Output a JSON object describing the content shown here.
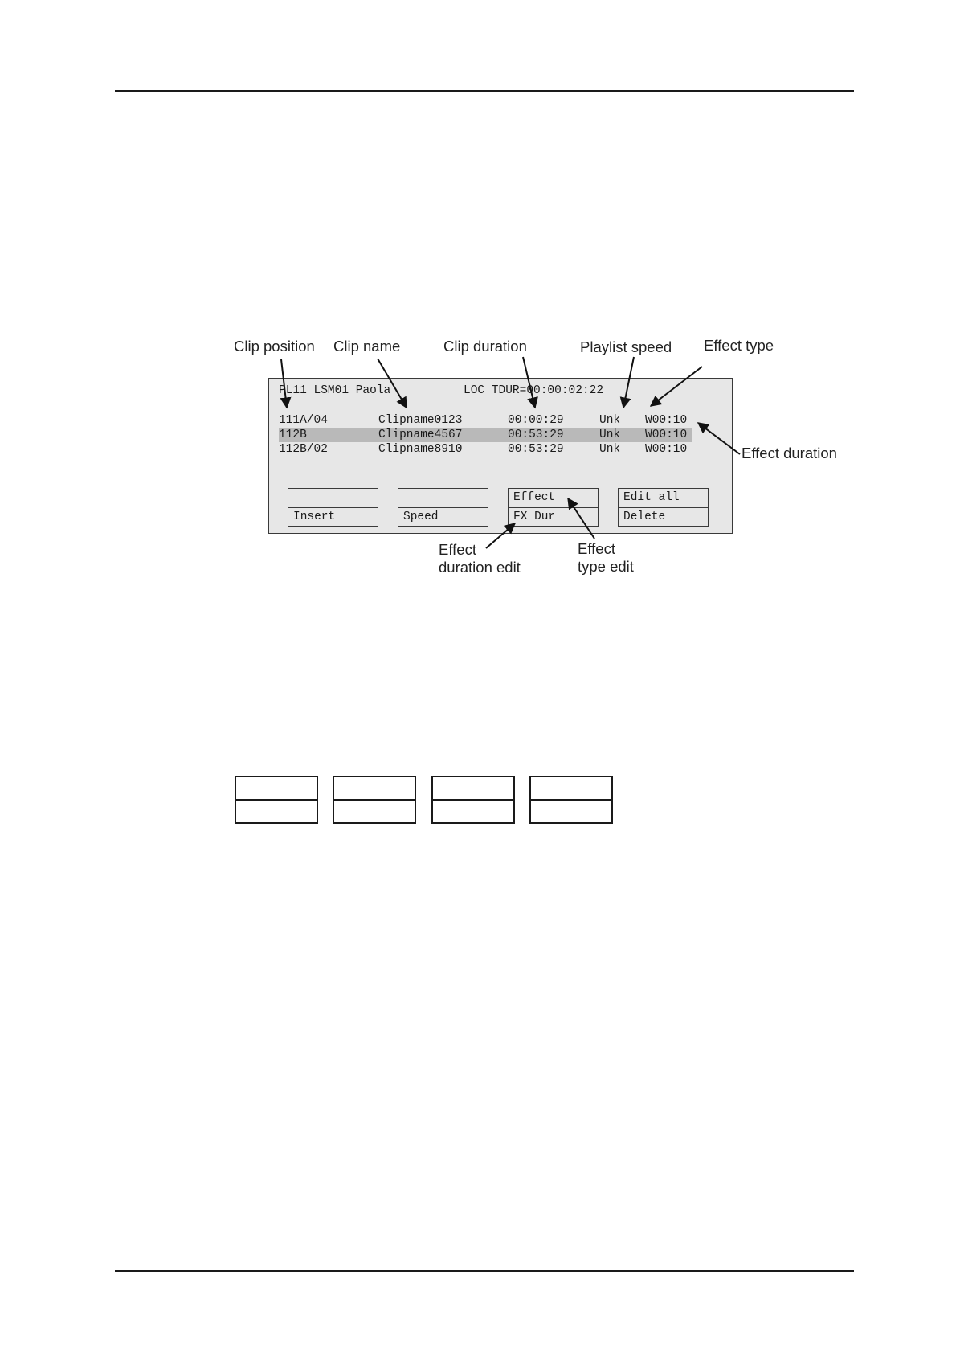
{
  "screen": {
    "header_left": "PL11 LSM01 Paola",
    "header_right": "LOC TDUR=00:00:02:22",
    "rows": [
      {
        "position": "111A/04",
        "name": "Clipname0123",
        "duration": "00:00:29",
        "speed": "Unk",
        "effect": "W00:10",
        "highlighted": false
      },
      {
        "position": "112B",
        "name": "Clipname4567",
        "duration": "00:53:29",
        "speed": "Unk",
        "effect": "W00:10",
        "highlighted": true
      },
      {
        "position": "112B/02",
        "name": "Clipname8910",
        "duration": "00:53:29",
        "speed": "Unk",
        "effect": "W00:10",
        "highlighted": false
      }
    ],
    "keys": [
      {
        "top": "",
        "bottom": "Insert"
      },
      {
        "top": "",
        "bottom": "Speed"
      },
      {
        "top": "Effect",
        "bottom": "FX Dur"
      },
      {
        "top": "Edit all",
        "bottom": "Delete"
      }
    ]
  },
  "callouts": {
    "clip_position": "Clip position",
    "clip_name": "Clip name",
    "clip_duration": "Clip duration",
    "playlist_speed": "Playlist speed",
    "effect_type": "Effect type",
    "effect_duration": "Effect duration",
    "effect_duration_edit_1": "Effect",
    "effect_duration_edit_2": "duration edit",
    "effect_type_edit_1": "Effect",
    "effect_type_edit_2": "type edit"
  },
  "colors": {
    "screen_bg": "#e7e7e7",
    "highlight": "#b9b9b9"
  }
}
